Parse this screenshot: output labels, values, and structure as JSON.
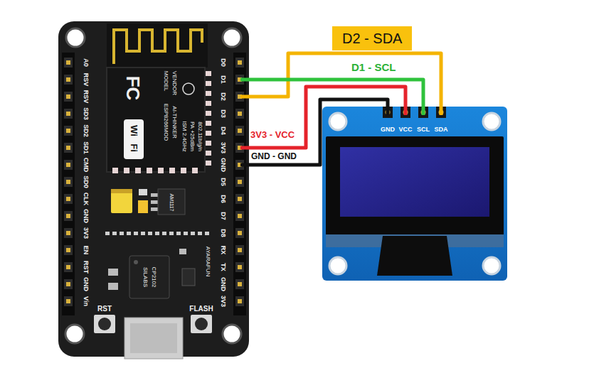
{
  "diagram": {
    "nodes": [
      {
        "text": [
          "A0",
          "RSV",
          "RSV",
          "SD3",
          "SD2",
          "SD1",
          "CMD",
          "SD0",
          "CLK",
          "GND",
          "3V3",
          "EN",
          "RST",
          "GND",
          "Vin",
          "D0",
          "D1",
          "D2",
          "D3",
          "D4",
          "3V3",
          "GND",
          "D5",
          "D6",
          "D7",
          "D8",
          "RX",
          "TX",
          "GND",
          "3V3",
          "MODEL",
          "VENDOR",
          "ISM 2.4GHz",
          "PA +25dBm",
          "802.11b/g/n",
          "ESP8266MOD",
          "AI-THINKER",
          "FC",
          "Wi",
          "Fi",
          "AM1117",
          "SILABS",
          "CP2102",
          "AYARAFUN",
          "RST",
          "FLASH"
        ]
      },
      {
        "text": [
          "GND",
          "VCC",
          "SCL",
          "SDA"
        ]
      }
    ],
    "edges": [
      {
        "from": 0,
        "to": 1,
        "arrow": "none",
        "label": "D2 - SDA"
      },
      {
        "from": 0,
        "to": 1,
        "arrow": "none",
        "label": "D1 - SCL"
      },
      {
        "from": 0,
        "to": 1,
        "arrow": "none",
        "label": "3V3 - VCC"
      },
      {
        "from": 0,
        "to": 1,
        "arrow": "none",
        "label": "GND - GND"
      }
    ]
  }
}
